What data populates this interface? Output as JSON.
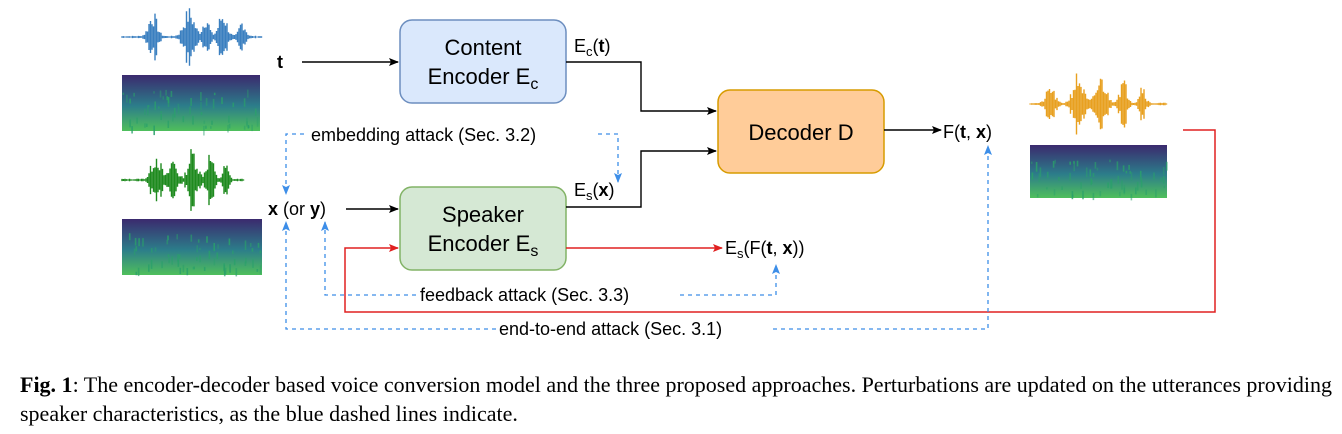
{
  "blocks": {
    "content_encoder": {
      "line1": "Content",
      "line2": "Encoder E",
      "sub": "c",
      "fill": "#dae8fc",
      "stroke": "#6c8ebf"
    },
    "speaker_encoder": {
      "line1": "Speaker",
      "line2": "Encoder E",
      "sub": "s",
      "fill": "#d5e8d4",
      "stroke": "#82b366"
    },
    "decoder": {
      "label": "Decoder D",
      "fill": "#ffcc99",
      "stroke": "#d79b00"
    }
  },
  "signals": {
    "t": "t",
    "x": "x",
    "or": " (or ",
    "y": "y",
    "close": ")",
    "ec_prefix": "E",
    "ec_sub": "c",
    "ec_open": "(",
    "ec_arg": "t",
    "ec_close": ")",
    "es_prefix": "E",
    "es_sub": "s",
    "es_open": "(",
    "es_arg": "x",
    "es_close": ")",
    "f_prefix": "F(",
    "f_t": "t",
    "f_comma": ", ",
    "f_x": "x",
    "f_close": ")",
    "esf_prefix": "E",
    "esf_sub": "s",
    "esf_open": "(F(",
    "esf_t": "t",
    "esf_comma": ", ",
    "esf_x": "x",
    "esf_close": "))"
  },
  "attacks": {
    "embedding": "embedding attack (Sec. 3.2)",
    "feedback": "feedback attack (Sec. 3.3)",
    "end_to_end": "end-to-end attack (Sec. 3.1)"
  },
  "colors": {
    "attack_line": "#3d8ee8",
    "red_line": "#e02020",
    "wave_content": "#3a7fc0",
    "wave_speaker": "#1e8a1e",
    "wave_output": "#e8a020",
    "spectrogram": "#2aa06a"
  },
  "caption": {
    "label": "Fig. 1",
    "text": ": The encoder-decoder based voice conversion model and the three proposed approaches. Perturbations are updated on the utterances providing speaker characteristics, as the blue dashed lines indicate."
  }
}
